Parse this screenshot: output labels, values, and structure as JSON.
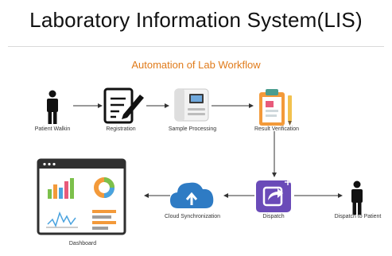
{
  "title": "Laboratory Information System(LIS)",
  "subtitle": "Automation of Lab Workflow",
  "colors": {
    "accent": "#e07b1b",
    "cloud": "#2e7bc4",
    "dispatch": "#6a4bb8",
    "person": "#111111"
  },
  "nodes": {
    "patient_walkin": "Patient Walkin",
    "registration": "Registration",
    "sample_processing": "Sample Processing",
    "result_verification": "Result Verification",
    "dispatch": "Dispatch",
    "cloud_sync": "Cloud Synchronization",
    "dispatch_to_patient": "Dispatch to Patient",
    "dashboard": "Dashboard"
  },
  "icons": {
    "patient_walkin": "person-icon",
    "registration": "clipboard-pen-icon",
    "sample_processing": "analyzer-machine-icon",
    "result_verification": "checklist-clipboard-icon",
    "dispatch": "share-arrow-icon",
    "cloud_sync": "cloud-upload-icon",
    "dispatch_to_patient": "person-icon",
    "dashboard": "dashboard-window-icon"
  }
}
